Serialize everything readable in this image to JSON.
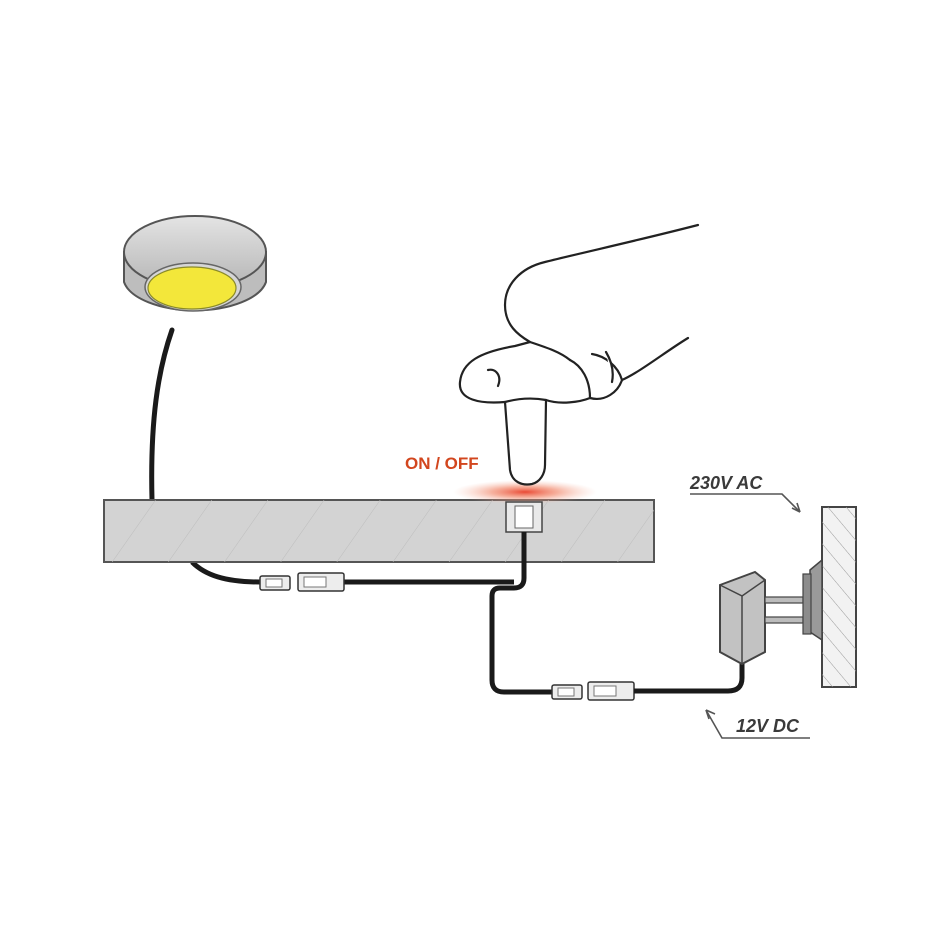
{
  "labels": {
    "switch": "ON / OFF",
    "mains": "230V AC",
    "low_voltage": "12V DC"
  },
  "colors": {
    "led_face": "#f3e73a",
    "housing": "#c8c8c8",
    "shelf": "#cfcfcf",
    "cable": "#1a1a1a",
    "touch_glow": "#e8402a",
    "label_onoff": "#d2461e"
  },
  "icons": [
    "led-puck-light-icon",
    "hand-pointer-icon",
    "power-adapter-icon",
    "wall-socket-icon",
    "cable-connector-icon"
  ]
}
